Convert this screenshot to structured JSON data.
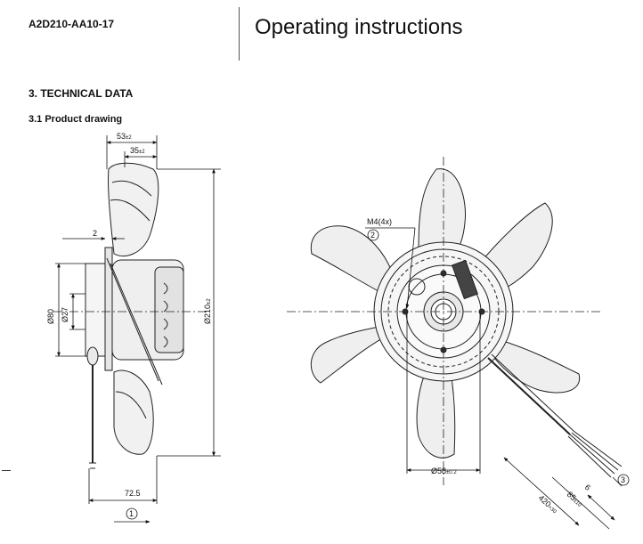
{
  "header": {
    "doc_id": "A2D210-AA10-17",
    "title": "Operating instructions"
  },
  "section": {
    "title": "3. TECHNICAL DATA",
    "subsection": "3.1 Product drawing"
  },
  "side_view": {
    "dim_top": "53",
    "dim_top_tol": "±2",
    "dim_second": "35",
    "dim_second_tol": "±2",
    "dim_gap": "2",
    "dim_dia_outer": "Ø80",
    "dim_dia_inner": "Ø27",
    "dim_dia_fan": "Ø210",
    "dim_dia_fan_tol": "±2",
    "dim_bottom": "72.5",
    "callout": "1"
  },
  "front_view": {
    "thread_label": "M4(4x)",
    "thread_callout": "2",
    "dim_hub": "Ø58",
    "dim_hub_tol": "±0.2",
    "cable_length": "420",
    "cable_length_tol": "+30",
    "strip_length": "85",
    "strip_length_tol": "±10",
    "wire_strip": "6",
    "cable_callout": "3"
  }
}
